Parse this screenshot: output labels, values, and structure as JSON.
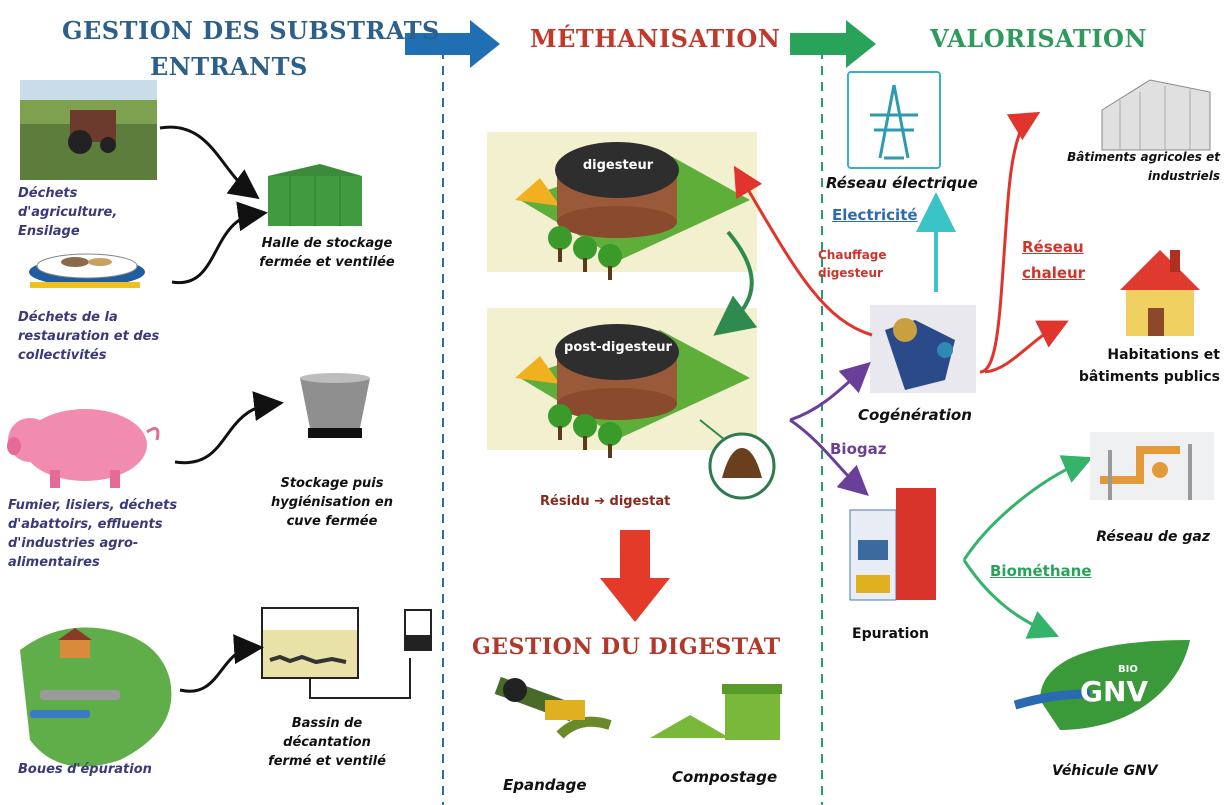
{
  "headers": {
    "substrats_line1": "Gestion des substrats",
    "substrats_line2": "entrants",
    "methanisation": "Méthanisation",
    "valorisation": "Valorisation",
    "digestat": "Gestion du digestat"
  },
  "inputs": {
    "agriculture": "Déchets d'agriculture, Ensilage",
    "restauration": "Déchets de la restauration et des collectivités",
    "fumier": "Fumier, lisiers, déchets d'abattoirs, effluents d'industries agro-alimentaires",
    "boues": "Boues d'épuration"
  },
  "storage": {
    "halle": "Halle de stockage fermée et ventilée",
    "cuve": "Stockage puis hygiénisation en cuve fermée",
    "bassin": "Bassin de décantation fermé et ventilé"
  },
  "process": {
    "digesteur": "digesteur",
    "post_digesteur": "post-digesteur",
    "residu": "Résidu ➔ digestat",
    "epandage": "Epandage",
    "compostage": "Compostage"
  },
  "valorisation": {
    "reseau_electrique": "Réseau électrique",
    "electricite": "Electricité",
    "chauffage_line1": "Chauffage",
    "chauffage_line2": "digesteur",
    "cogeneration": "Cogénération",
    "biogaz": "Biogaz",
    "epuration": "Epuration",
    "biomethane": "Biométhane",
    "reseau_chaleur_line1": "Réseau",
    "reseau_chaleur_line2": "chaleur",
    "batiments": "Bâtiments agricoles et industriels",
    "habitations": "Habitations et bâtiments publics",
    "reseau_gaz": "Réseau de gaz",
    "vehicule": "Véhicule GNV",
    "gnv_bio": "BIO",
    "gnv_text": "GNV"
  },
  "colors": {
    "title_blue": "#2c5f8a",
    "title_red": "#c0392b",
    "title_green": "#2e9a5e",
    "flow_red": "#e0342c",
    "flow_cyan": "#3bc4c8",
    "flow_purple": "#7a3fa0",
    "flow_green": "#35b36a"
  }
}
